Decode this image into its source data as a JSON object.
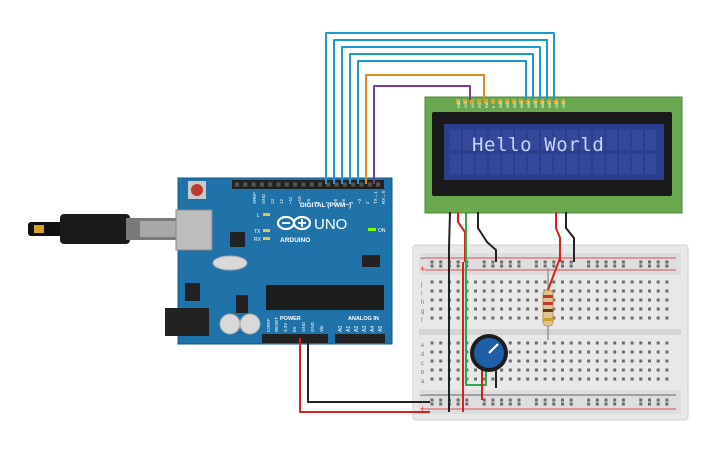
{
  "lcd": {
    "text": "Hello World",
    "pin_labels": [
      "GND",
      "VCC",
      "V0",
      "RS",
      "RW",
      "E",
      "DB0",
      "DB1",
      "DB2",
      "DB3",
      "DB4",
      "DB5",
      "DB6",
      "DB7",
      "LED",
      "LED"
    ]
  },
  "arduino": {
    "model_label": "UNO",
    "brand_label": "ARDUINO",
    "digital_label": "DIGITAL (PWM~)",
    "analog_label": "ANALOG IN",
    "power_label": "POWER",
    "on_label": "ON",
    "tx_label": "TX",
    "rx_label": "RX",
    "l_label": "L",
    "digital_pins": [
      "AREF",
      "GND",
      "13",
      "12",
      "~11",
      "~10",
      "~9",
      "8",
      "7",
      "~6",
      "~5",
      "4",
      "~3",
      "2",
      "TX→1",
      "RX←0"
    ],
    "power_pins": [
      "IOREF",
      "RESET",
      "3.3V",
      "5V",
      "GND",
      "GND",
      "Vin"
    ],
    "analog_pins": [
      "A0",
      "A1",
      "A2",
      "A3",
      "A4",
      "A5"
    ]
  },
  "breadboard": {
    "row_letters_top": [
      "j",
      "i",
      "h",
      "g",
      "f"
    ],
    "row_letters_bottom": [
      "e",
      "d",
      "c",
      "b",
      "a"
    ],
    "rail_plus": "+",
    "rail_minus": "−"
  },
  "colors": {
    "board_blue": "#1f73a8",
    "lcd_green": "#6aa84f",
    "lcd_screen": "#2b3f8f",
    "lcd_text": "#c9d3f5",
    "wire_blue": "#1c98d6",
    "wire_orange": "#e08a1e",
    "wire_purple": "#7a3ea6",
    "wire_red": "#d62020",
    "wire_black": "#222222",
    "wire_green": "#2fa84a"
  }
}
